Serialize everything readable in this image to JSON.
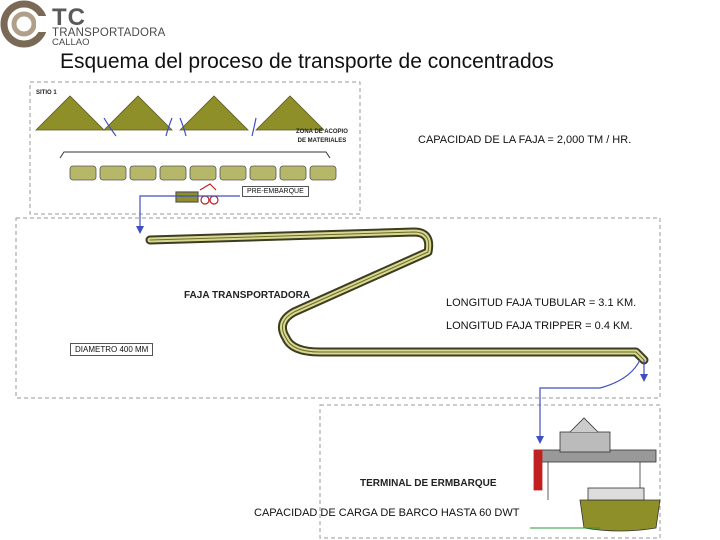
{
  "header": {
    "logo_mark": "TC",
    "logo_line1": "TRANSPORTADORA",
    "logo_line2": "CALLAO",
    "title": "Esquema del proceso de transporte de concentrados"
  },
  "diagram": {
    "site_label": "SITIO 1",
    "zona_acopio_line1": "ZONA DE ACOPIO",
    "zona_acopio_line2": "DE MATERIALES",
    "pre_embarque": "PRE-EMBARQUE",
    "faja_transportadora": "FAJA TRANSPORTADORA",
    "diametro": "DIAMETRO 400 MM",
    "terminal": "TERMINAL DE ERMBARQUE",
    "capacidad_faja": "CAPACIDAD DE LA FAJA = 2,000 TM / HR.",
    "longitud_tubular": "LONGITUD FAJA TUBULAR = 3.1 KM.",
    "longitud_tripper": "LONGITUD FAJA TRIPPER = 0.4 KM.",
    "capacidad_barco": "CAPACIDAD DE CARGA DE BARCO HASTA 60 DWT"
  },
  "colors": {
    "belt": "#7a7a3a",
    "pile": "#8f8f2a",
    "arrow": "#3f4fc0",
    "crane": "#c02020",
    "dash": "#9a9a9a"
  }
}
